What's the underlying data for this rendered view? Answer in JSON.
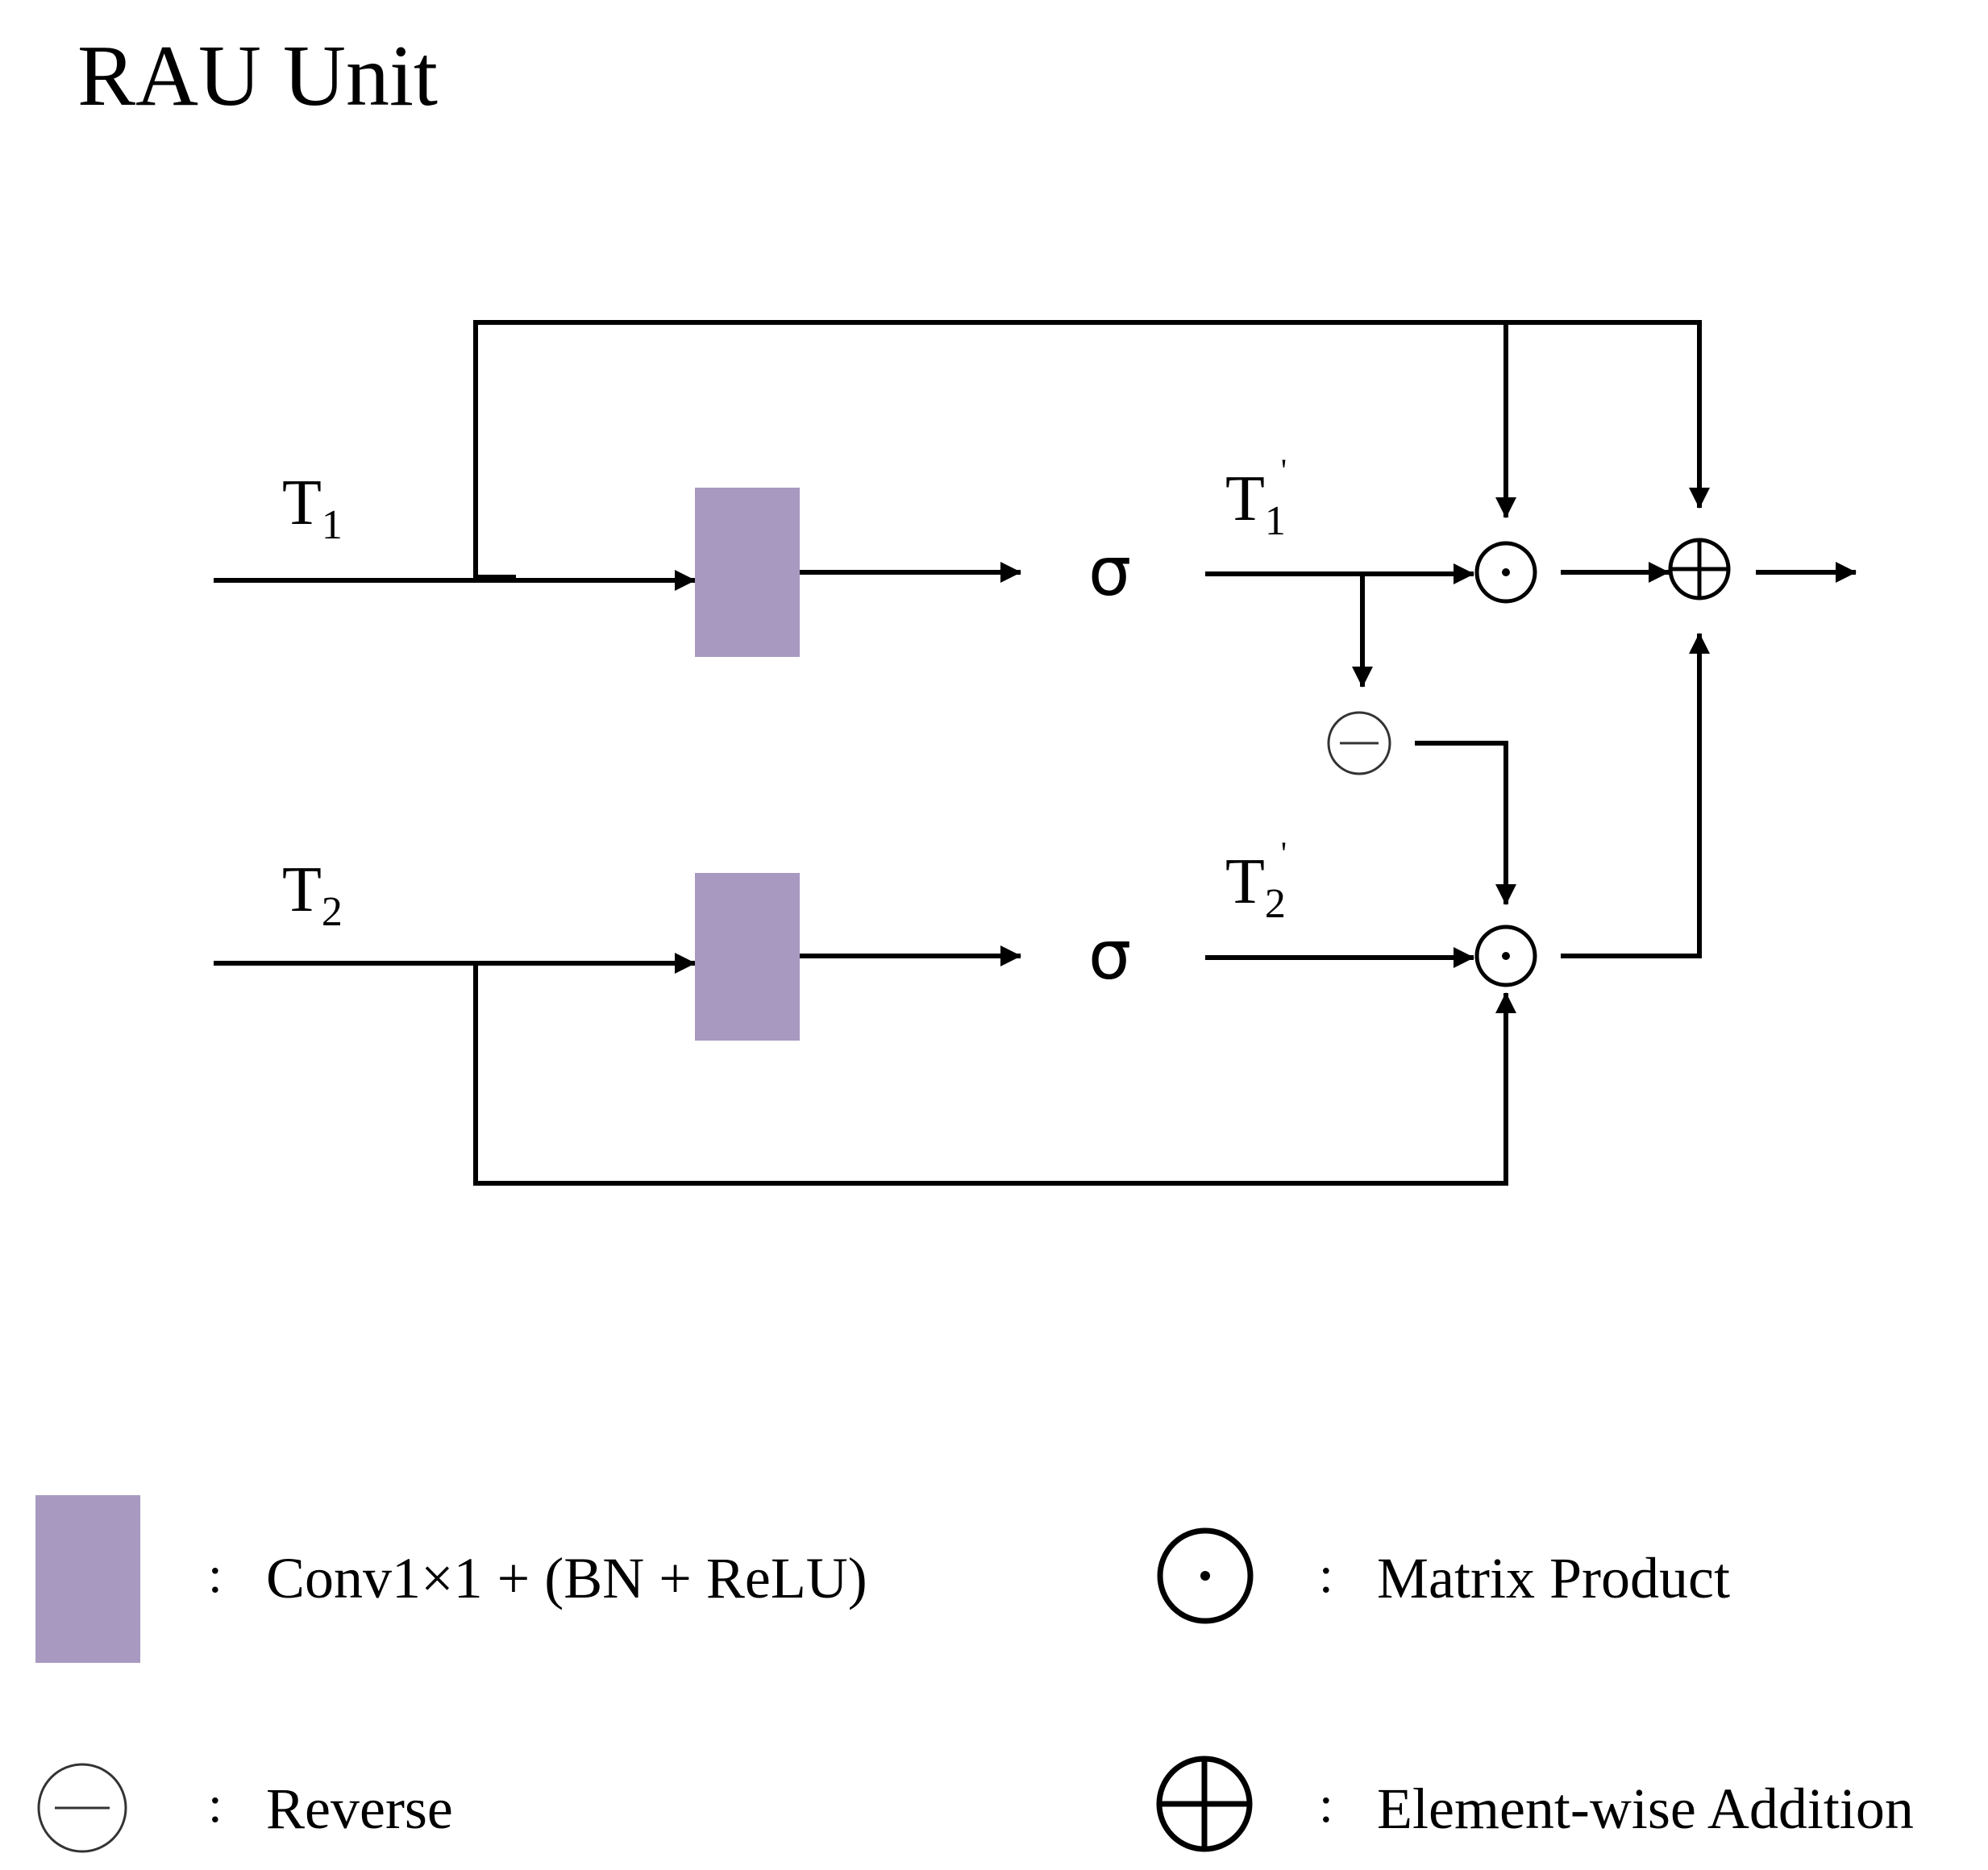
{
  "title": "RAU Unit",
  "colors": {
    "conv_block": "#a899c0",
    "line": "#000000"
  },
  "inputs": {
    "t1": {
      "main": "T",
      "sub": "1"
    },
    "t2": {
      "main": "T",
      "sub": "2"
    }
  },
  "sigma": "σ",
  "outputs": {
    "t1p": {
      "main": "T",
      "sub": "1",
      "prime": "'"
    },
    "t2p": {
      "main": "T",
      "sub": "2",
      "prime": "'"
    }
  },
  "legend": {
    "separator": ":",
    "conv": "Conv1×1 + (BN + ReLU)",
    "matrix_product": "Matrix Product",
    "reverse": "Reverse",
    "addition": "Element-wise Addition"
  },
  "icons": {
    "conv_block": "purple-rectangle",
    "matrix_product": "circle-dot-icon",
    "reverse": "circle-minus-icon",
    "addition": "circle-plus-icon"
  }
}
